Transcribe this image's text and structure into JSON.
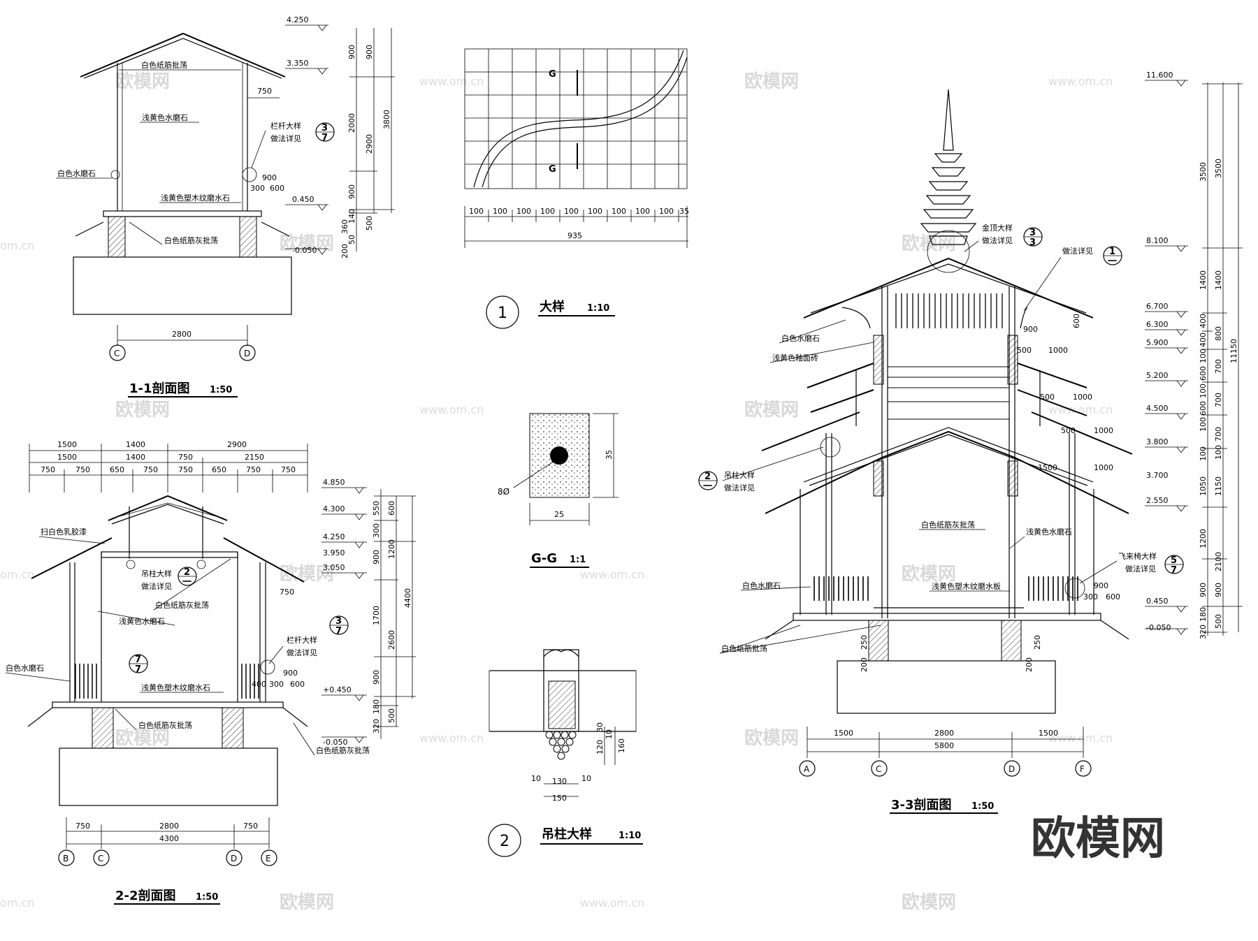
{
  "drawing": {
    "s11": {
      "title": "1-1剖面图",
      "scale": "1:50",
      "labels": [
        "白色纸筋批荡",
        "浅黄色水磨石",
        "栏杆大样",
        "做法详见",
        "白色水磨石",
        "浅黄色塑木纹磨水石",
        "白色纸筋灰批荡"
      ],
      "levels": [
        "4.250",
        "3.350",
        "0.450",
        "-0.050"
      ],
      "dims_v_inner": [
        "900",
        "2000",
        "900",
        "140",
        "360",
        "200",
        "50"
      ],
      "dims_v_outer": [
        "900",
        "3800",
        "2900",
        "500"
      ],
      "dims_h": [
        "750",
        "900",
        "300",
        "600",
        "2800"
      ],
      "axes": [
        "C",
        "D"
      ],
      "ref": {
        "num": "3",
        "sheet": "7"
      }
    },
    "s22": {
      "title": "2-2剖面图",
      "scale": "1:50",
      "top_dims_row1": [
        "1500",
        "1400",
        "2900"
      ],
      "top_dims_row2": [
        "1500",
        "1400",
        "750",
        "2150"
      ],
      "top_dims_row3": [
        "750",
        "750",
        "650",
        "750",
        "750",
        "650",
        "750",
        "750"
      ],
      "labels": [
        "扫白色乳胶漆",
        "吊柱大样",
        "做法详见",
        "白色纸筋灰批荡",
        "浅黄色水磨石",
        "栏杆大样",
        "做法详见",
        "白色水磨石",
        "浅黄色塑木纹磨水石",
        "白色纸筋灰批荡",
        "白色纸筋灰批荡"
      ],
      "levels": [
        "4.850",
        "4.300",
        "4.250",
        "3.950",
        "3.050",
        "+0.450",
        "-0.050"
      ],
      "dims_v_inner": [
        "550",
        "300",
        "900",
        "1700",
        "900",
        "180",
        "320"
      ],
      "dims_v_mid": [
        "600",
        "1200",
        "2600",
        "500"
      ],
      "dims_v_outer": [
        "4400"
      ],
      "dims_h_small": [
        "750",
        "900",
        "300",
        "600",
        "400"
      ],
      "bottom_dims": [
        "750",
        "2800",
        "750",
        "4300"
      ],
      "axes": [
        "B",
        "C",
        "D",
        "E"
      ],
      "refs": [
        {
          "num": "2",
          "sheet": "一"
        },
        {
          "num": "3",
          "sheet": "7"
        },
        {
          "num": "7",
          "sheet": "7"
        }
      ]
    },
    "detail1": {
      "num": "1",
      "title": "大样",
      "scale": "1:10",
      "grid_dims": [
        "100",
        "100",
        "100",
        "100",
        "100",
        "100",
        "100",
        "100",
        "100",
        "35"
      ],
      "total": "935",
      "section_mark": "G"
    },
    "gg": {
      "title": "G-G",
      "scale": "1:1",
      "diam": "8Ø",
      "w": "25",
      "h": "35"
    },
    "detail2": {
      "num": "2",
      "title": "吊柱大样",
      "scale": "1:10",
      "dims_v": [
        "30",
        "120",
        "10",
        "160"
      ],
      "dims_h": [
        "10",
        "130",
        "10",
        "150"
      ]
    },
    "s33": {
      "title": "3-3剖面图",
      "scale": "1:50",
      "labels_left": [
        "白色水磨石",
        "浅黄色釉面砖",
        "吊柱大样",
        "做法详见",
        "白色水磨石",
        "白色纸筋批荡"
      ],
      "labels_mid": [
        "白色纸筋灰批荡",
        "浅黄色塑木纹磨水板"
      ],
      "labels_right": [
        "金顶大样",
        "做法详见",
        "做法详见",
        "浅黄色水磨石",
        "飞来椅大样",
        "做法详见"
      ],
      "levels": [
        "11.600",
        "8.100",
        "6.700",
        "6.300",
        "5.900",
        "5.200",
        "4.500",
        "3.800",
        "3.700",
        "2.550",
        "0.450",
        "-0.050"
      ],
      "dims_v_a": [
        "3500",
        "1400",
        "400",
        "400",
        "100",
        "600",
        "100",
        "600",
        "100",
        "100",
        "1050",
        "1200",
        "900",
        "180",
        "320"
      ],
      "dims_v_b": [
        "3500",
        "1400",
        "800",
        "700",
        "700",
        "700",
        "100",
        "1150",
        "2100",
        "900",
        "500"
      ],
      "dims_v_c": [
        "11150"
      ],
      "dims_h_inner": [
        "900",
        "500",
        "1000",
        "500",
        "1000",
        "500",
        "1000",
        "1500",
        "1000",
        "600",
        "900",
        "300",
        "600",
        "250",
        "200",
        "250",
        "200"
      ],
      "bottom_dims": [
        "1500",
        "2800",
        "1500",
        "5800"
      ],
      "axes": [
        "A",
        "C",
        "D",
        "F"
      ],
      "refs": [
        {
          "num": "3",
          "sheet": "3"
        },
        {
          "num": "1",
          "sheet": "一"
        },
        {
          "num": "2",
          "sheet": "一"
        },
        {
          "num": "5",
          "sheet": "7"
        }
      ]
    },
    "watermarks": {
      "brand": "欧模网",
      "url": "www.om.cn",
      "url2": "om.cn"
    }
  }
}
